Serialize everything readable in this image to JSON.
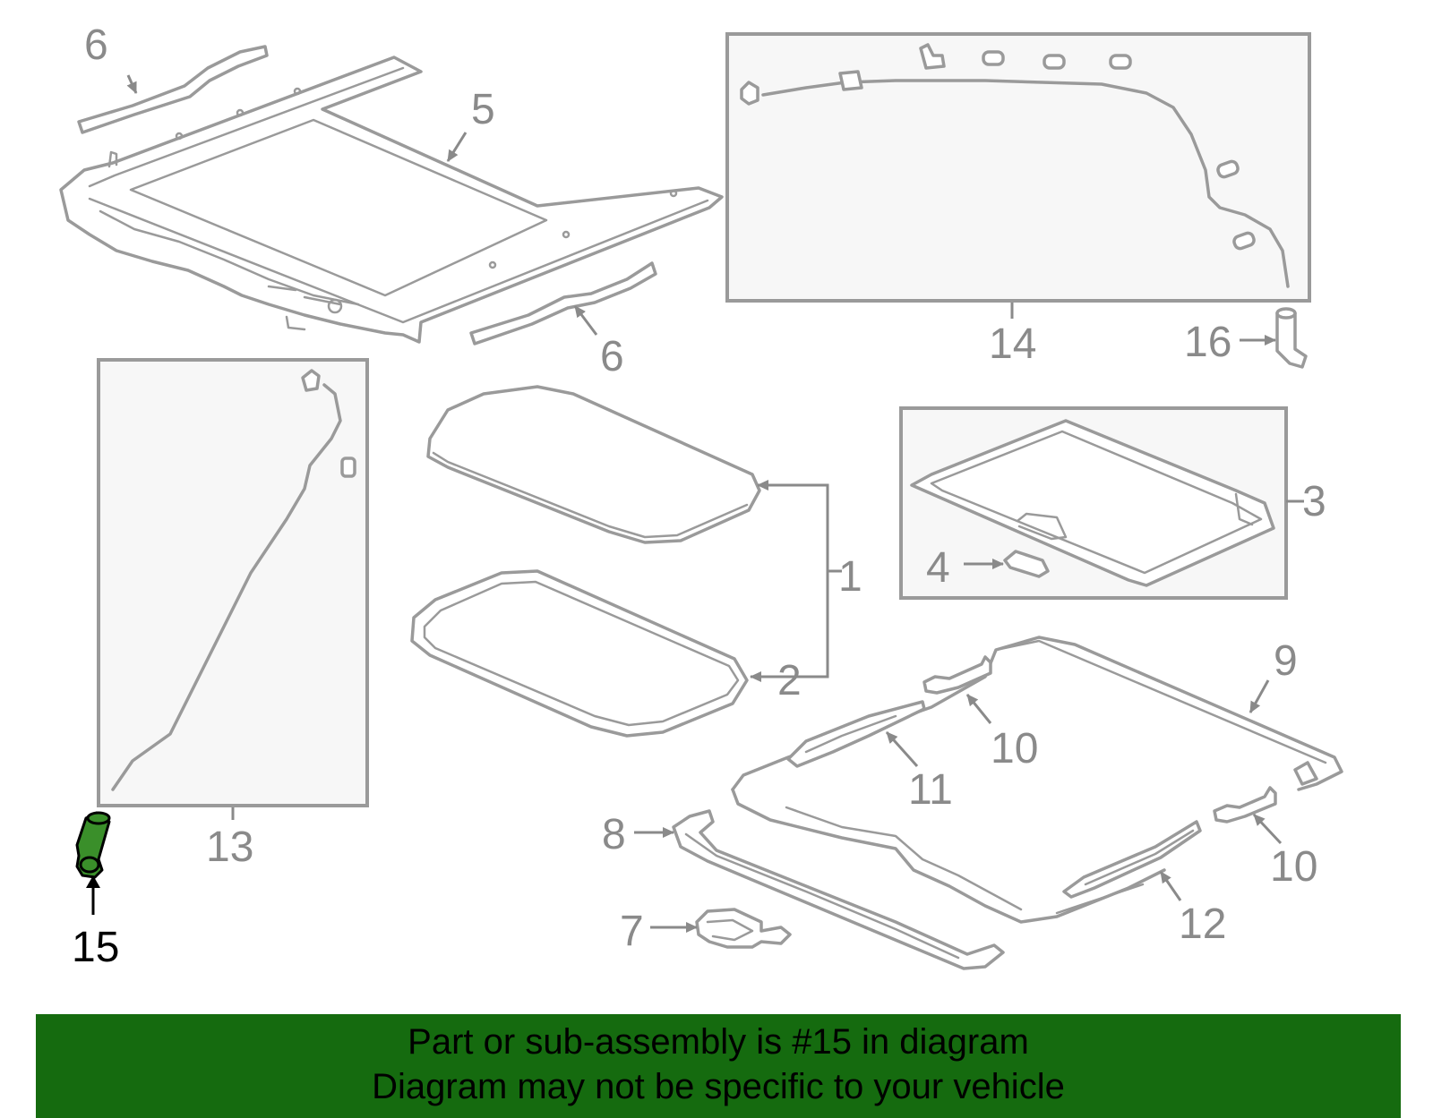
{
  "callouts": {
    "c1": "1",
    "c2": "2",
    "c3": "3",
    "c4": "4",
    "c5": "5",
    "c6a": "6",
    "c6b": "6",
    "c7": "7",
    "c8": "8",
    "c9": "9",
    "c10a": "10",
    "c10b": "10",
    "c11": "11",
    "c12": "12",
    "c13": "13",
    "c14": "14",
    "c15": "15",
    "c16": "16"
  },
  "highlight": {
    "part_number": "15",
    "color": "#3a8f2a"
  },
  "banner": {
    "line1": "Part or sub-assembly is #15 in diagram",
    "line2": "Diagram may not be specific to your vehicle",
    "background": "#156b0f"
  }
}
